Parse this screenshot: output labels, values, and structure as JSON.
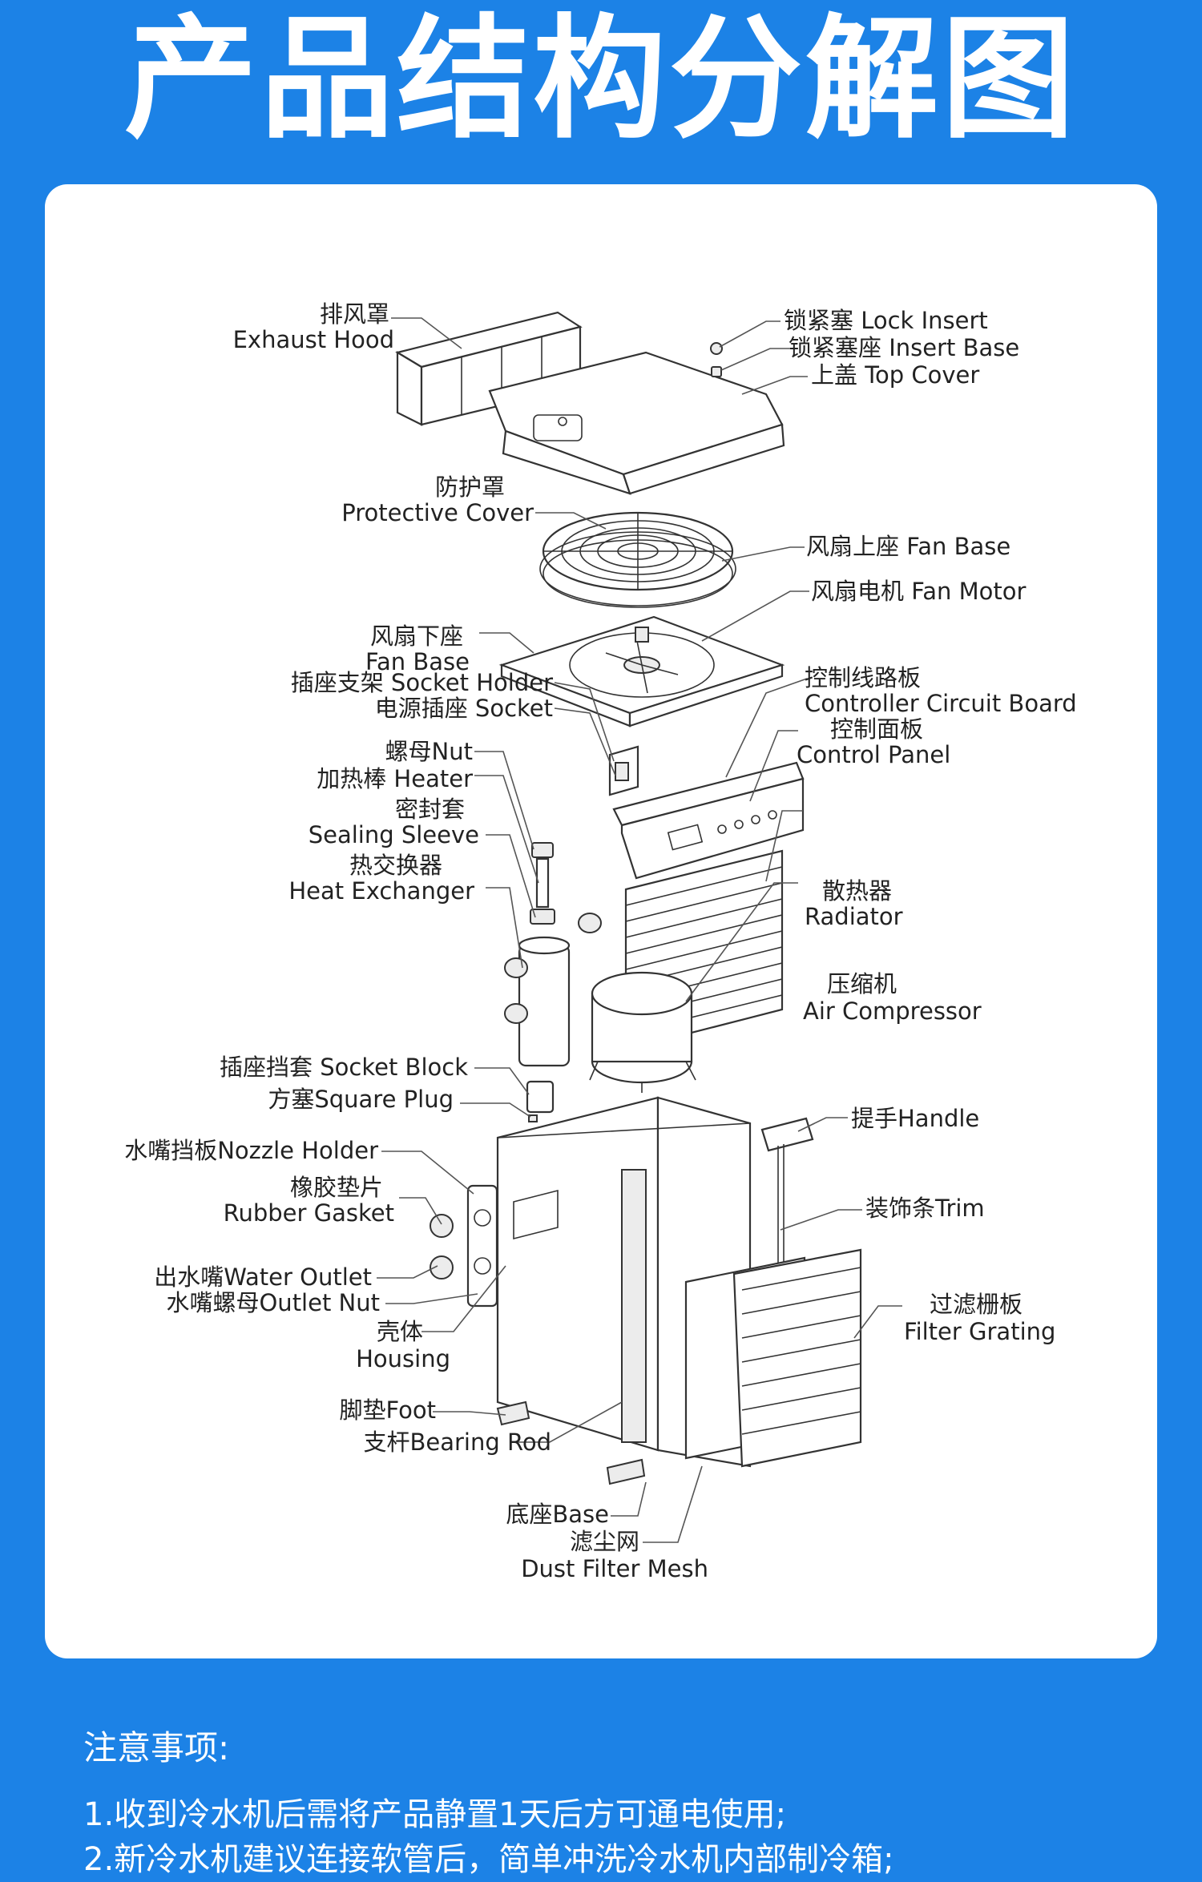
{
  "header": {
    "title": "产品结构分解图"
  },
  "diagram": {
    "labels": {
      "exhaust_hood_cn": "排风罩",
      "exhaust_hood_en": "Exhaust Hood",
      "lock_insert": "锁紧塞 Lock Insert",
      "insert_base": "锁紧塞座 Insert Base",
      "top_cover": "上盖 Top Cover",
      "protective_cover_cn": "防护罩",
      "protective_cover_en": "Protective Cover",
      "fan_base_upper": "风扇上座 Fan Base",
      "fan_motor": "风扇电机 Fan Motor",
      "fan_base_lower_cn": "风扇下座",
      "fan_base_lower_en": "Fan Base",
      "socket_holder": "插座支架 Socket Holder",
      "socket": "电源插座 Socket",
      "controller_board_cn": "控制线路板",
      "controller_board_en": "Controller Circuit Board",
      "control_panel_cn": "控制面板",
      "control_panel_en": "Control Panel",
      "nut": "螺母Nut",
      "heater": "加热棒 Heater",
      "sealing_sleeve_cn": "密封套",
      "sealing_sleeve_en": "Sealing Sleeve",
      "heat_exchanger_cn": "热交换器",
      "heat_exchanger_en": "Heat Exchanger",
      "radiator_cn": "散热器",
      "radiator_en": "Radiator",
      "compressor_cn": "压缩机",
      "compressor_en": "Air Compressor",
      "socket_block": "插座挡套 Socket Block",
      "square_plug": "方塞Square Plug",
      "handle": "提手Handle",
      "nozzle_holder": "水嘴挡板Nozzle Holder",
      "rubber_gasket_cn": "橡胶垫片",
      "rubber_gasket_en": "Rubber Gasket",
      "trim": "装饰条Trim",
      "water_outlet": "出水嘴Water Outlet",
      "outlet_nut": "水嘴螺母Outlet Nut",
      "housing_cn": "壳体",
      "housing_en": "Housing",
      "filter_grating_cn": "过滤栅板",
      "filter_grating_en": "Filter Grating",
      "foot": "脚垫Foot",
      "bearing_rod": "支杆Bearing Rod",
      "base": "底座Base",
      "dust_mesh_cn": "滤尘网",
      "dust_mesh_en": "Dust Filter Mesh"
    }
  },
  "notes": {
    "title": "注意事项:",
    "items": [
      "1.收到冷水机后需将产品静置1天后方可通电使用;",
      "2.新冷水机建议连接软管后，简单冲洗冷水机内部制冷箱;"
    ]
  }
}
